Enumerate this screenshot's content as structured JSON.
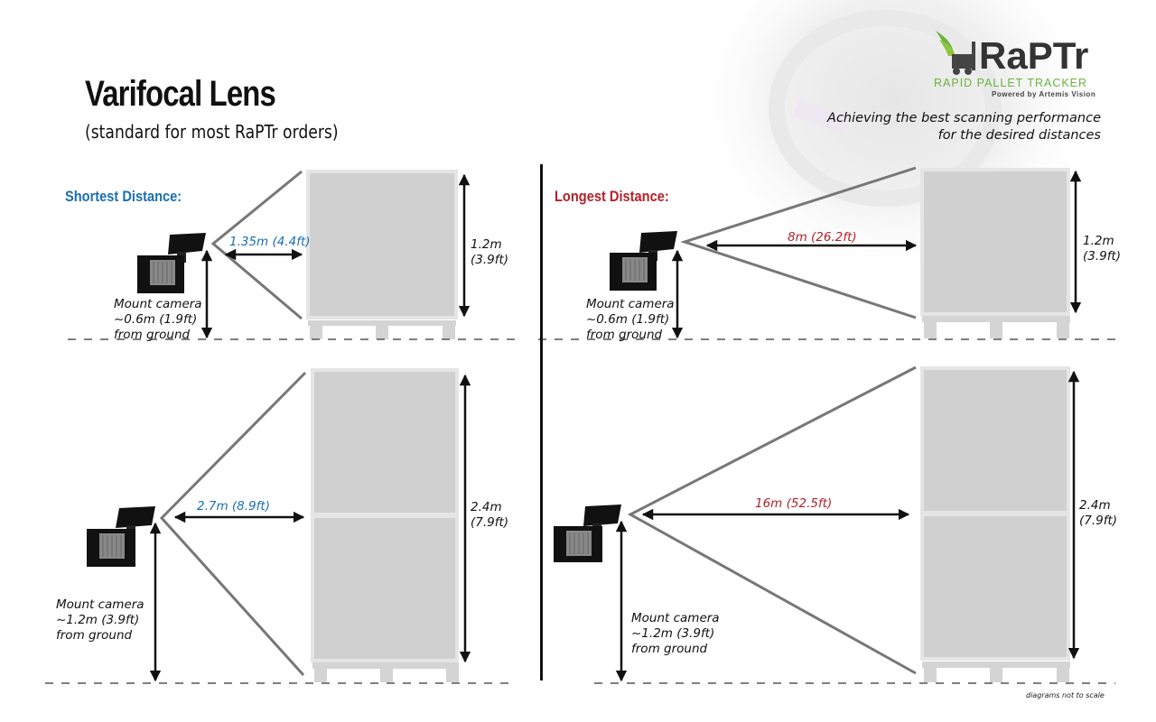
{
  "title": "Varifocal Lens",
  "subtitle": "(standard for most RaPTr orders)",
  "tagline": "Achieving the best scanning performance for the desired distances",
  "logo": {
    "name": "RaPTr",
    "subtitle": "RAPID PALLET TRACKER",
    "powered": "Powered by Artemis Vision",
    "accent_color": "#6cb33f"
  },
  "sections": {
    "shortest": {
      "heading": "Shortest Distance:",
      "color": "#1a6fb3"
    },
    "longest": {
      "heading": "Longest Distance:",
      "color": "#b3212b"
    }
  },
  "panels": {
    "short_top": {
      "distance": "1.35m (4.4ft)",
      "height_line1": "1.2m",
      "height_line2": "(3.9ft)",
      "mount_line1": "Mount camera",
      "mount_line2": "~0.6m (1.9ft)",
      "mount_line3": "from ground"
    },
    "short_bottom": {
      "distance": "2.7m (8.9ft)",
      "height_line1": "2.4m",
      "height_line2": "(7.9ft)",
      "mount_line1": "Mount camera",
      "mount_line2": "~1.2m (3.9ft)",
      "mount_line3": "from ground"
    },
    "long_top": {
      "distance": "8m (26.2ft)",
      "height_line1": "1.2m",
      "height_line2": "(3.9ft)",
      "mount_line1": "Mount camera",
      "mount_line2": "~0.6m (1.9ft)",
      "mount_line3": "from ground"
    },
    "long_bottom": {
      "distance": "16m (52.5ft)",
      "height_line1": "2.4m",
      "height_line2": "(7.9ft)",
      "mount_line1": "Mount camera",
      "mount_line2": "~1.2m (3.9ft)",
      "mount_line3": "from ground"
    }
  },
  "footnote": "diagrams not to scale"
}
